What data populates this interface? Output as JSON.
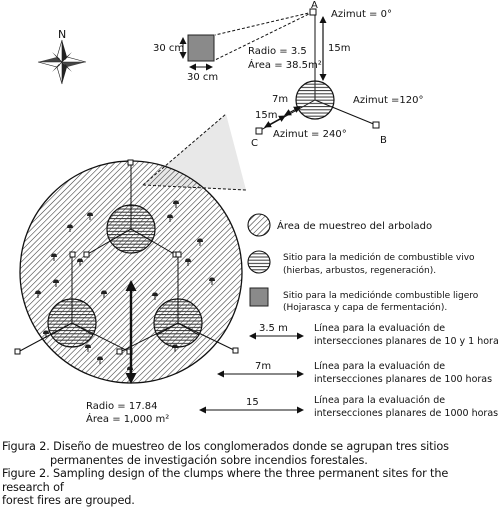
{
  "top_detail": {
    "point_labels": {
      "a": "A",
      "b": "B",
      "c": "C"
    },
    "azimuth_a": "Azimut = 0°",
    "azimuth_b": "Azimut =120°",
    "azimuth_c": "Azimut = 240°",
    "dist_a": "15m",
    "dist_c_long": "15m",
    "dist_c_short": "7m",
    "square_height": "30 cm",
    "square_width": "30 cm",
    "radius": "Radio = 3.5",
    "area": "Área = 38.5m²"
  },
  "compass": {
    "north": "N"
  },
  "main_plot": {
    "radius": "Radio = 17.84",
    "area": "Área = 1,000 m²"
  },
  "legend": {
    "wooded": "Área de muestreo del arbolado",
    "live_fuel_1": "Sitio para la medición de combustible vivo",
    "live_fuel_2": "(hierbas, arbustos, regeneración).",
    "light_fuel_1": "Sitio para la mediciónde combustible ligero",
    "light_fuel_2": "(Hojarasca y capa de fermentación).",
    "line1_dist": "3.5 m",
    "line1_a": "Línea para la evaluación de",
    "line1_b": "intersecciones planares de 10 y 1 hora",
    "line2_dist": "7m",
    "line2_a": "Línea para la evaluación de",
    "line2_b": "intersecciones planares de 100 horas",
    "line3_dist": "15",
    "line3_a": "Línea para la evaluación de",
    "line3_b": "intersecciones planares de 1000 horas"
  },
  "caption": {
    "es_1": "Figura 2. Diseño de muestreo de los conglomerados donde se agrupan tres sitios",
    "es_2": "permanentes de investigación sobre incendios forestales.",
    "en_1": "Figure 2. Sampling design of the clumps where the three permanent sites for the research of",
    "en_2": "forest fires are grouped."
  }
}
